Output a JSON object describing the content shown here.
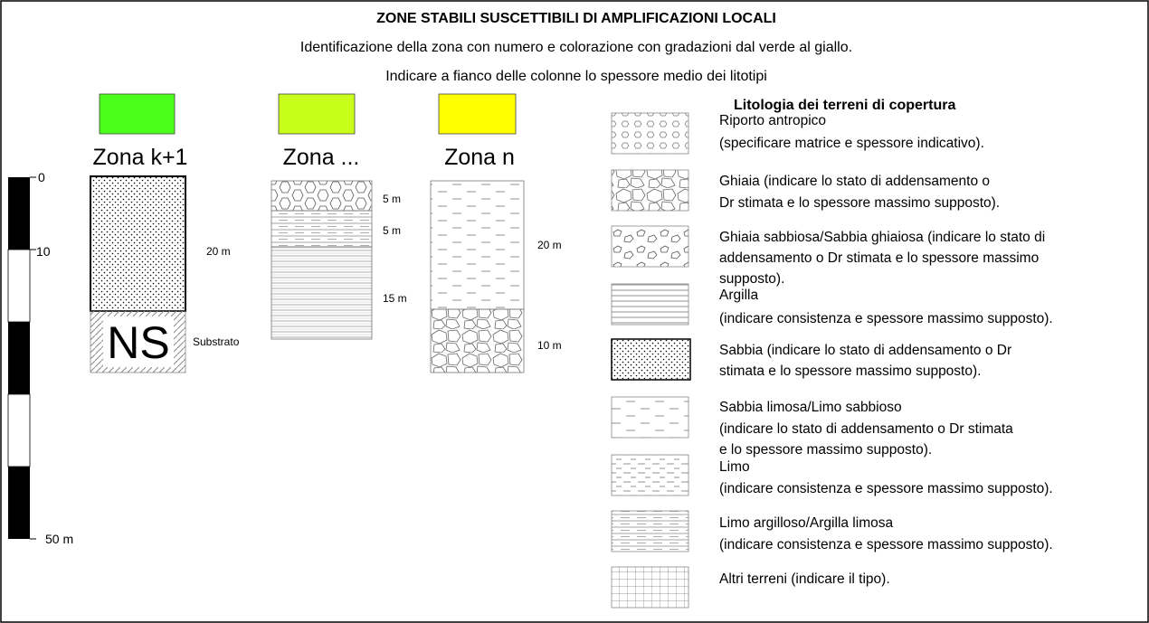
{
  "header": {
    "title": "ZONE STABILI SUSCETTIBILI DI AMPLIFICAZIONI LOCALI",
    "line1": "Identificazione della zona con numero e colorazione con gradazioni dal verde al giallo.",
    "line2": "Indicare a fianco delle colonne lo spessore medio dei litotipi"
  },
  "scale": {
    "top_label": "0",
    "mid_label": "10",
    "bottom_label": "50 m"
  },
  "zones": [
    {
      "name": "Zona k+1",
      "color": "#4cff1a",
      "thicknesses": [
        "20 m"
      ],
      "substrate_code": "NS",
      "substrate_label": "Substrato"
    },
    {
      "name": "Zona ...",
      "color": "#c8ff1a",
      "thicknesses": [
        "5 m",
        "5 m",
        "15 m"
      ]
    },
    {
      "name": "Zona n",
      "color": "#ffff00",
      "thicknesses": [
        "20 m",
        "10 m"
      ]
    }
  ],
  "legend": {
    "heading": "Litologia dei terreni di copertura",
    "items": [
      {
        "pattern": "riporto-antropico-pattern",
        "lines": [
          "Riporto antropico",
          "(specificare matrice e spessore indicativo)."
        ]
      },
      {
        "pattern": "ghiaia-pattern",
        "lines": [
          "Ghiaia (indicare lo stato di addensamento o",
          "Dr stimata e lo spessore massimo supposto)."
        ]
      },
      {
        "pattern": "ghiaia-sabbiosa-pattern",
        "lines": [
          "Ghiaia sabbiosa/Sabbia ghiaiosa (indicare lo stato di",
          "addensamento o Dr stimata e lo spessore massimo",
          "supposto)."
        ]
      },
      {
        "pattern": "argilla-pattern",
        "lines": [
          "Argilla",
          "(indicare consistenza e spessore massimo supposto)."
        ]
      },
      {
        "pattern": "sabbia-pattern",
        "lines": [
          "Sabbia (indicare lo stato di addensamento o Dr",
          "stimata e lo spessore massimo supposto)."
        ]
      },
      {
        "pattern": "sabbia-limosa-pattern",
        "lines": [
          "Sabbia limosa/Limo sabbioso",
          "(indicare lo stato di addensamento o Dr stimata",
          "e lo spessore massimo supposto)."
        ]
      },
      {
        "pattern": "limo-pattern",
        "lines": [
          "Limo",
          "(indicare consistenza e spessore massimo supposto)."
        ]
      },
      {
        "pattern": "limo-argilloso-pattern",
        "lines": [
          "Limo argilloso/Argilla limosa",
          "(indicare consistenza e spessore massimo supposto)."
        ]
      },
      {
        "pattern": "altri-terreni-pattern",
        "lines": [
          "Altri terreni (indicare il tipo)."
        ]
      }
    ]
  }
}
